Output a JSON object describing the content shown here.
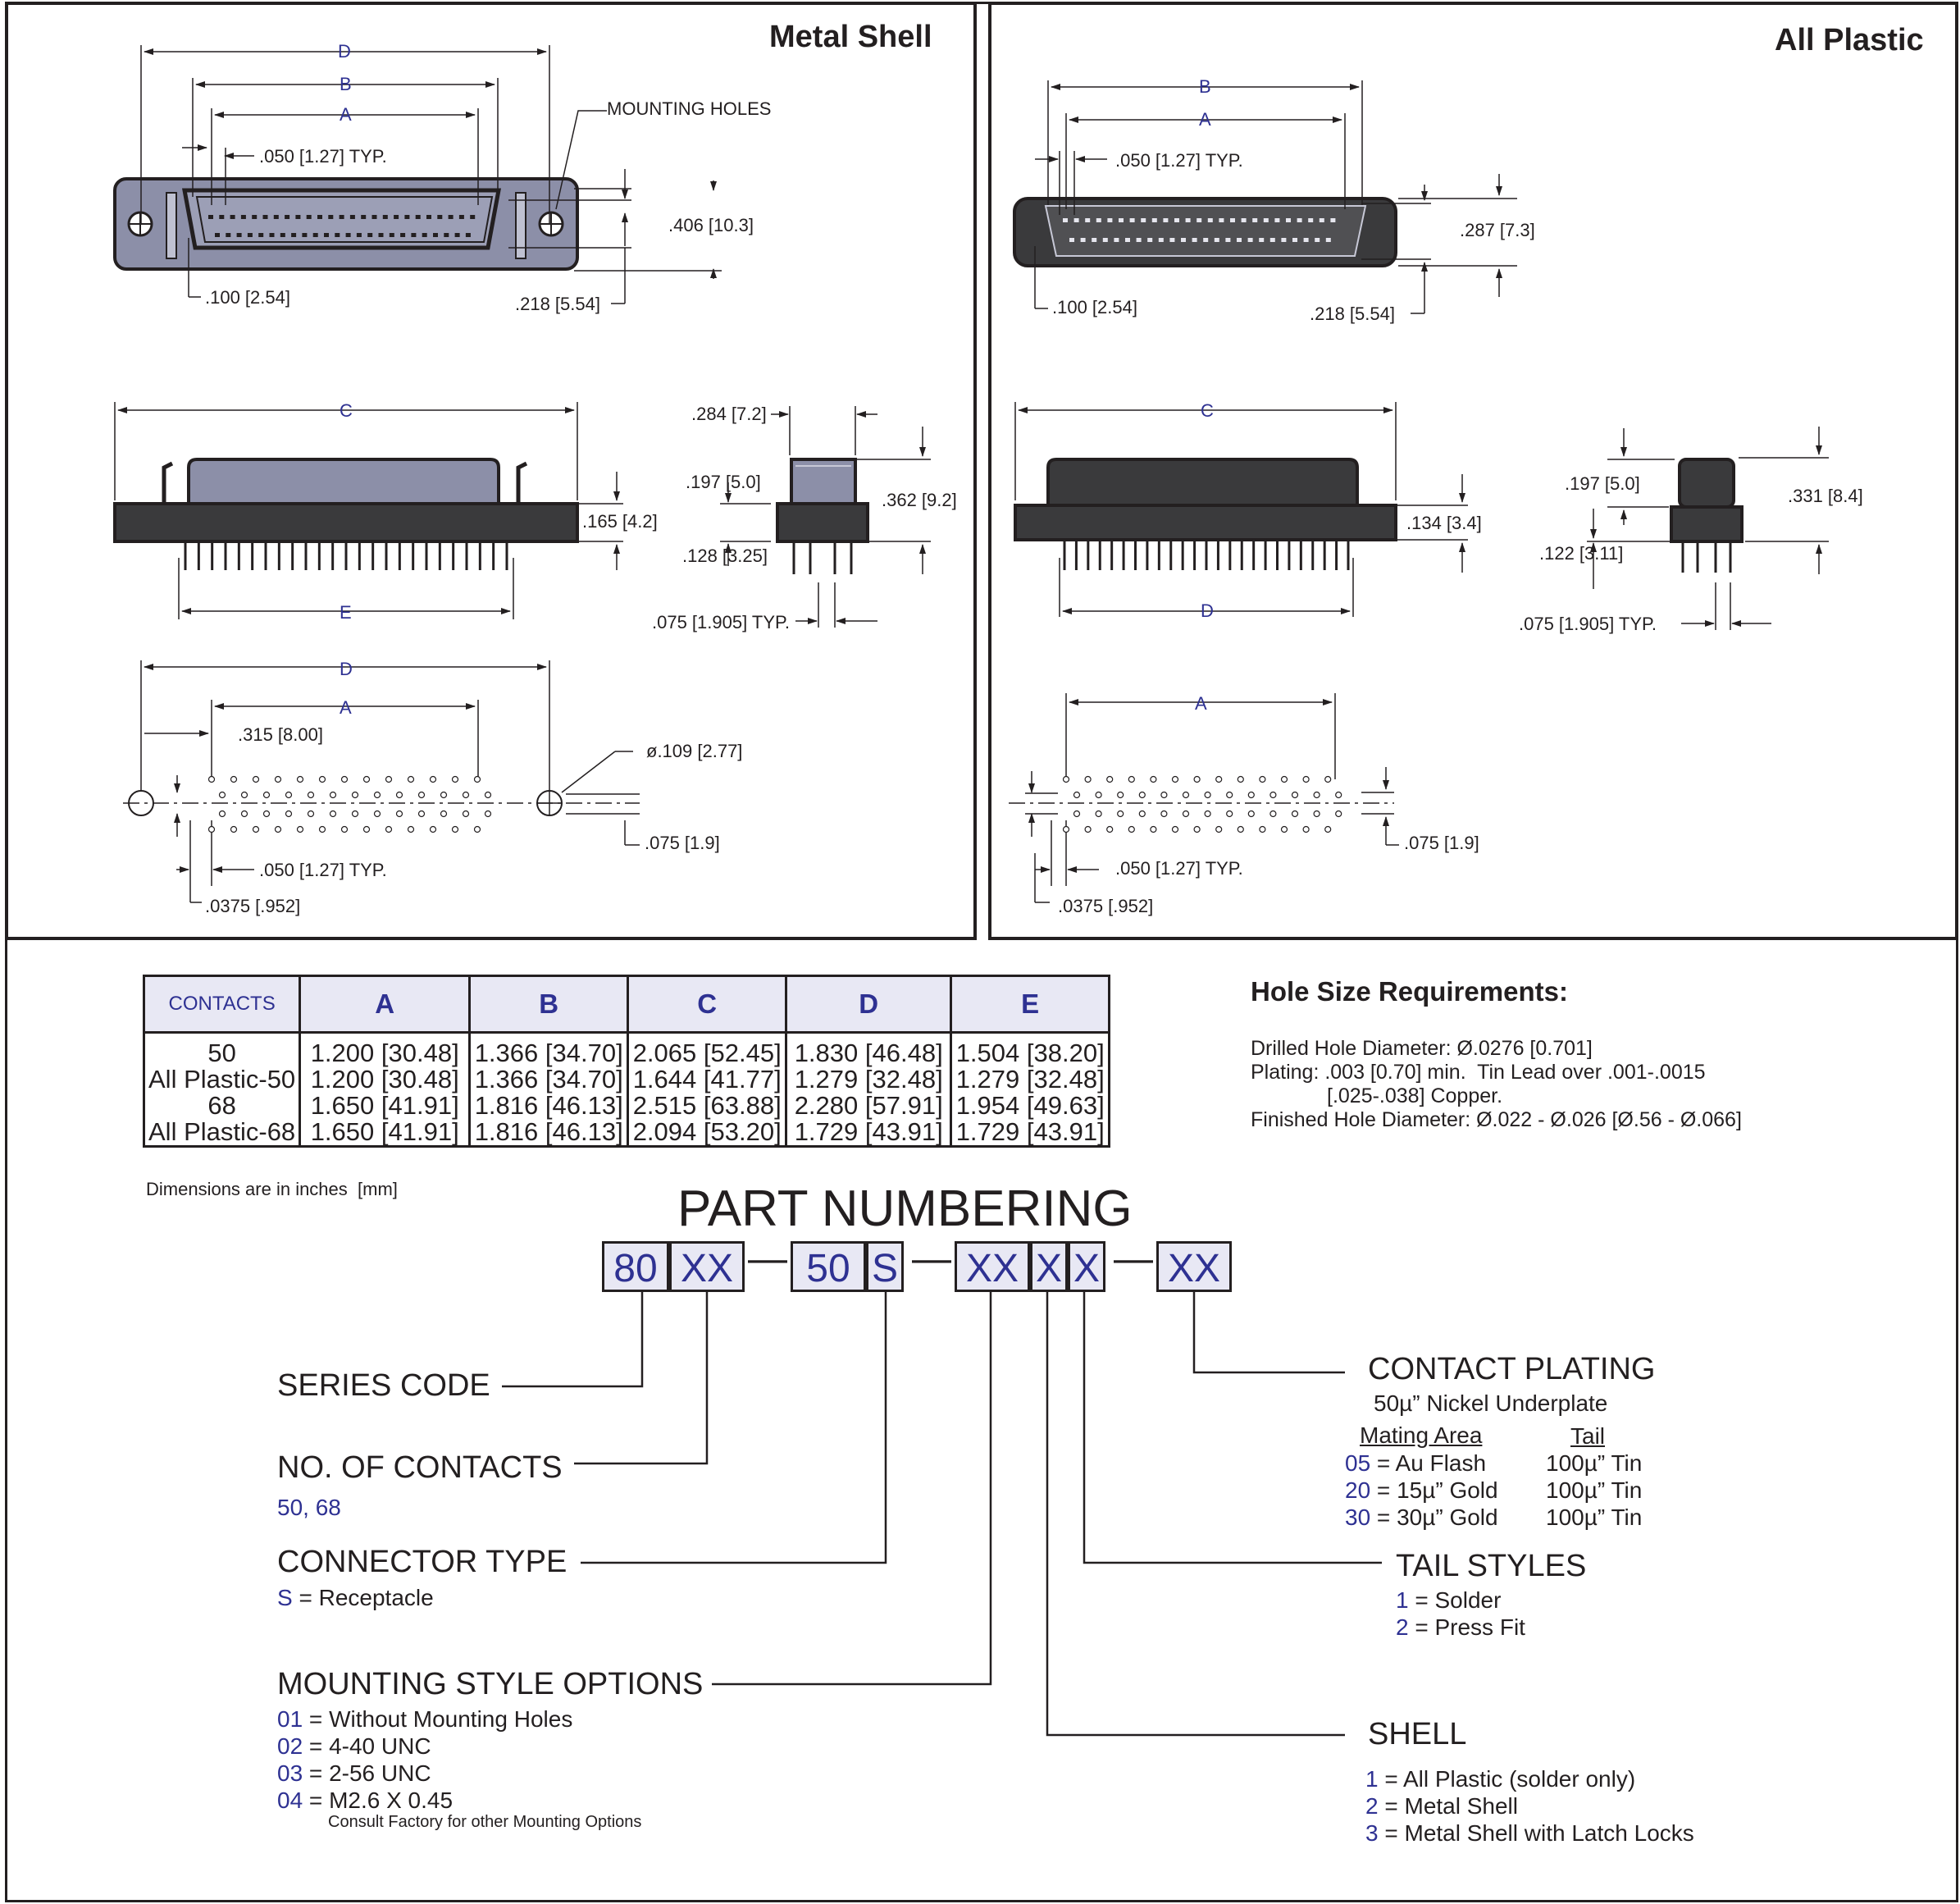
{
  "panels": {
    "metal_shell": {
      "title": "Metal Shell",
      "labels": {
        "D": "D",
        "B": "B",
        "A": "A",
        "C": "C",
        "E": "E",
        "mounting_holes": "MOUNTING HOLES",
        "pitch_typ": ".050 [1.27] TYP.",
        "height_406": ".406 [10.3]",
        "row_100": ".100 [2.54]",
        "offset_218": ".218 [5.54]",
        "h_165": ".165 [4.2]",
        "w_284": ".284 [7.2]",
        "h_197": ".197 [5.0]",
        "h_362": ".362 [9.2]",
        "h_128": ".128 [3.25]",
        "pitch_075_typ": ".075 [1.905] TYP.",
        "pcb_D": "D",
        "pcb_A": "A",
        "pcb_315": ".315 [8.00]",
        "hole_dia": "ø.109 [2.77]",
        "pcb_075": ".075 [1.9]",
        "pcb_050": ".050 [1.27] TYP.",
        "pcb_0375": ".0375 [.952]"
      }
    },
    "all_plastic": {
      "title": "All Plastic",
      "labels": {
        "B": "B",
        "A": "A",
        "C": "C",
        "D": "D",
        "pitch_typ": ".050 [1.27] TYP.",
        "height_287": ".287 [7.3]",
        "row_100": ".100 [2.54]",
        "offset_218": ".218 [5.54]",
        "h_134": ".134 [3.4]",
        "h_197": ".197 [5.0]",
        "h_331": ".331 [8.4]",
        "h_122": ".122 [3.11]",
        "pitch_075_typ": ".075 [1.905] TYP.",
        "pcb_A": "A",
        "pcb_075": ".075 [1.9]",
        "pcb_050": ".050 [1.27] TYP.",
        "pcb_0375": ".0375 [.952]"
      }
    }
  },
  "table": {
    "headers": [
      "CONTACTS",
      "A",
      "B",
      "C",
      "D",
      "E"
    ],
    "rows": [
      [
        "50",
        "1.200 [30.48]",
        "1.366 [34.70]",
        "2.065 [52.45]",
        "1.830 [46.48]",
        "1.504 [38.20]"
      ],
      [
        "All Plastic-50",
        "1.200 [30.48]",
        "1.366 [34.70]",
        "1.644 [41.77]",
        "1.279 [32.48]",
        "1.279 [32.48]"
      ],
      [
        "68",
        "1.650 [41.91]",
        "1.816 [46.13]",
        "2.515 [63.88]",
        "2.280 [57.91]",
        "1.954 [49.63]"
      ],
      [
        "All Plastic-68",
        "1.650 [41.91]",
        "1.816 [46.13]",
        "2.094 [53.20]",
        "1.729 [43.91]",
        "1.729 [43.91]"
      ]
    ],
    "note": "Dimensions are in inches  [mm]"
  },
  "hole_size": {
    "title": "Hole Size Requirements:",
    "lines": [
      "Drilled Hole Diameter: Ø.0276 [0.701]",
      "Plating: .003 [0.70] min.  Tin Lead over .001-.0015",
      "[.025-.038] Copper.",
      "Finished Hole Diameter: Ø.022 - Ø.026 [Ø.56 - Ø.066]"
    ]
  },
  "part_numbering": {
    "title": "PART NUMBERING",
    "boxes": [
      "80",
      "XX",
      "50",
      "S",
      "XX",
      "X",
      "X",
      "XX"
    ],
    "dash": "—",
    "series_code": {
      "title": "SERIES CODE"
    },
    "contacts": {
      "title": "NO. OF CONTACTS",
      "values": "50, 68"
    },
    "connector_type": {
      "title": "CONNECTOR TYPE",
      "code": "S",
      "text": " = Receptacle"
    },
    "mounting": {
      "title": "MOUNTING STYLE OPTIONS",
      "options": [
        {
          "code": "01",
          "text": " = Without Mounting Holes"
        },
        {
          "code": "02",
          "text": " = 4-40 UNC"
        },
        {
          "code": "03",
          "text": " = 2-56 UNC"
        },
        {
          "code": "04",
          "text": " = M2.6 X 0.45"
        }
      ],
      "note": "Consult Factory for other Mounting Options"
    },
    "plating": {
      "title": "CONTACT PLATING",
      "subtitle": "50µ” Nickel Underplate",
      "col_mating": "Mating Area",
      "col_tail": "Tail",
      "options": [
        {
          "code": "05",
          "text": " = Au Flash",
          "tail": "100µ” Tin"
        },
        {
          "code": "20",
          "text": " = 15µ” Gold",
          "tail": "100µ” Tin"
        },
        {
          "code": "30",
          "text": " = 30µ” Gold",
          "tail": "100µ” Tin"
        }
      ]
    },
    "tail_styles": {
      "title": "TAIL STYLES",
      "options": [
        {
          "code": "1",
          "text": " = Solder"
        },
        {
          "code": "2",
          "text": " = Press Fit"
        }
      ]
    },
    "shell": {
      "title": "SHELL",
      "options": [
        {
          "code": "1",
          "text": " = All Plastic (solder only)"
        },
        {
          "code": "2",
          "text": " = Metal Shell"
        },
        {
          "code": "3",
          "text": " = Metal Shell with Latch Locks"
        }
      ]
    }
  },
  "colors": {
    "accent": "#2e3192",
    "body_gray": "#8c8fa8",
    "dark_body": "#3a3a3c",
    "line": "#231f20",
    "header_fill": "#e8e8f4"
  }
}
